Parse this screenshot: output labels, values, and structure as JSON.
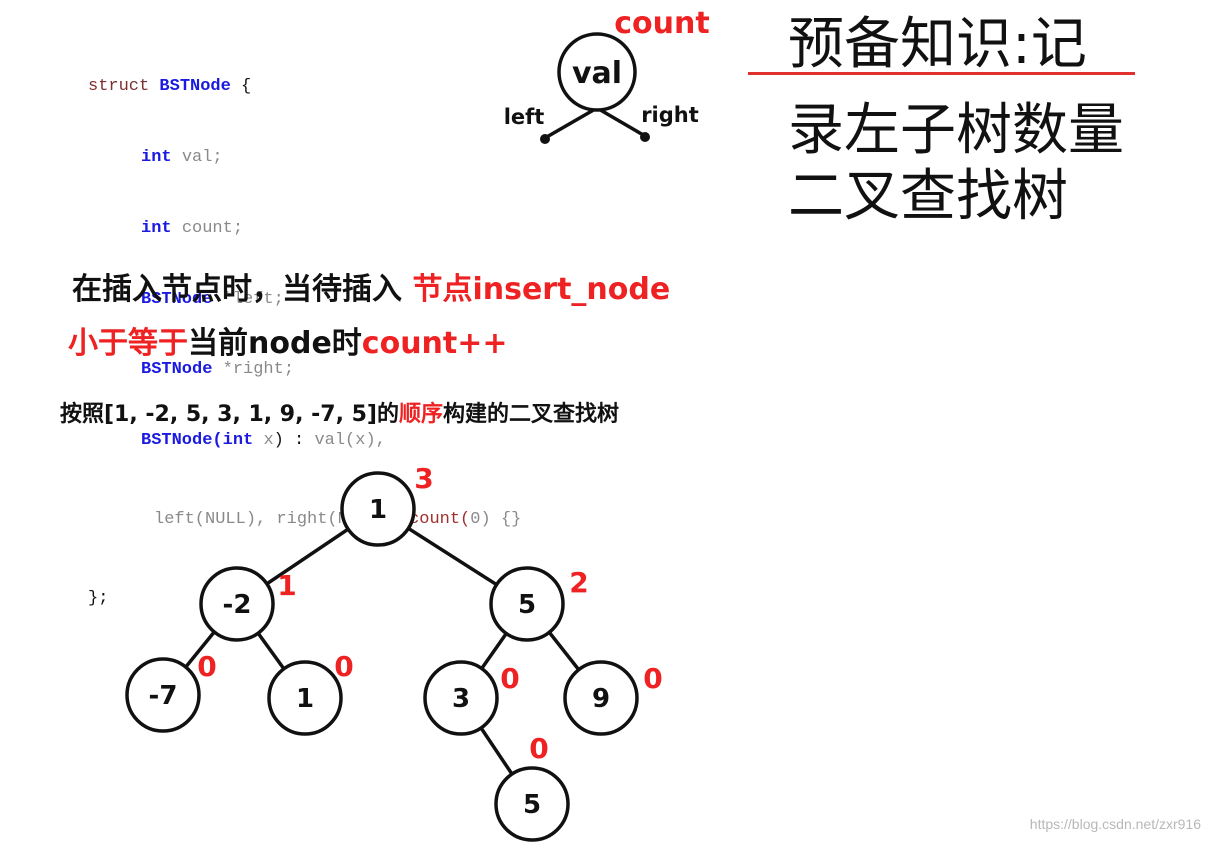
{
  "code": {
    "line1": {
      "a": "struct ",
      "b": "BSTNode",
      "c": " {"
    },
    "line2": {
      "a": "int ",
      "b": "val;"
    },
    "line3": {
      "a": "int ",
      "b": "count;"
    },
    "line4": {
      "a": "BSTNode ",
      "b": "*left;"
    },
    "line5": {
      "a": "BSTNode ",
      "b": "*right;"
    },
    "line6": {
      "a": "BSTNode(",
      "b": "int ",
      "c": "x",
      "d": ") : ",
      "e": "val(x),"
    },
    "line7": {
      "a": "left(NULL), right(NULL), ",
      "b": "count(",
      "c": "0",
      "d": ") {}"
    },
    "line8": "};"
  },
  "node_legend": {
    "count": "count",
    "val": "val",
    "left": "left",
    "right": "right"
  },
  "title": {
    "line1": "预备知识:记",
    "line2": "录左子树数量",
    "line3": "二叉查找树"
  },
  "statement": {
    "line1_black": "在插入节点时，当待插入 ",
    "line1_red": "节点insert_node",
    "line2_red1": "小于等于",
    "line2_black": "当前node时",
    "line2_red2": "count++"
  },
  "sequence": {
    "prefix": "按照[1, -2, 5, 3, 1, 9, -7, 5]的",
    "highlight": "顺序",
    "suffix": "构建的二叉查找树"
  },
  "tree": {
    "nodes": [
      {
        "id": "n1",
        "label": "1",
        "count": "3"
      },
      {
        "id": "nm2",
        "label": "-2",
        "count": "1"
      },
      {
        "id": "n5",
        "label": "5",
        "count": "2"
      },
      {
        "id": "nm7",
        "label": "-7",
        "count": "0"
      },
      {
        "id": "n1b",
        "label": "1",
        "count": "0"
      },
      {
        "id": "n3",
        "label": "3",
        "count": "0"
      },
      {
        "id": "n9",
        "label": "9",
        "count": "0"
      },
      {
        "id": "n5b",
        "label": "5",
        "count": "0"
      }
    ],
    "edges": [
      [
        "n1",
        "nm2"
      ],
      [
        "n1",
        "n5"
      ],
      [
        "nm2",
        "nm7"
      ],
      [
        "nm2",
        "n1b"
      ],
      [
        "n5",
        "n3"
      ],
      [
        "n5",
        "n9"
      ],
      [
        "n3",
        "n5b"
      ]
    ]
  },
  "colors": {
    "highlight": "#ee2222",
    "type": "#1a1ae0",
    "rule": "#e03030"
  },
  "watermark": "https://blog.csdn.net/zxr916"
}
